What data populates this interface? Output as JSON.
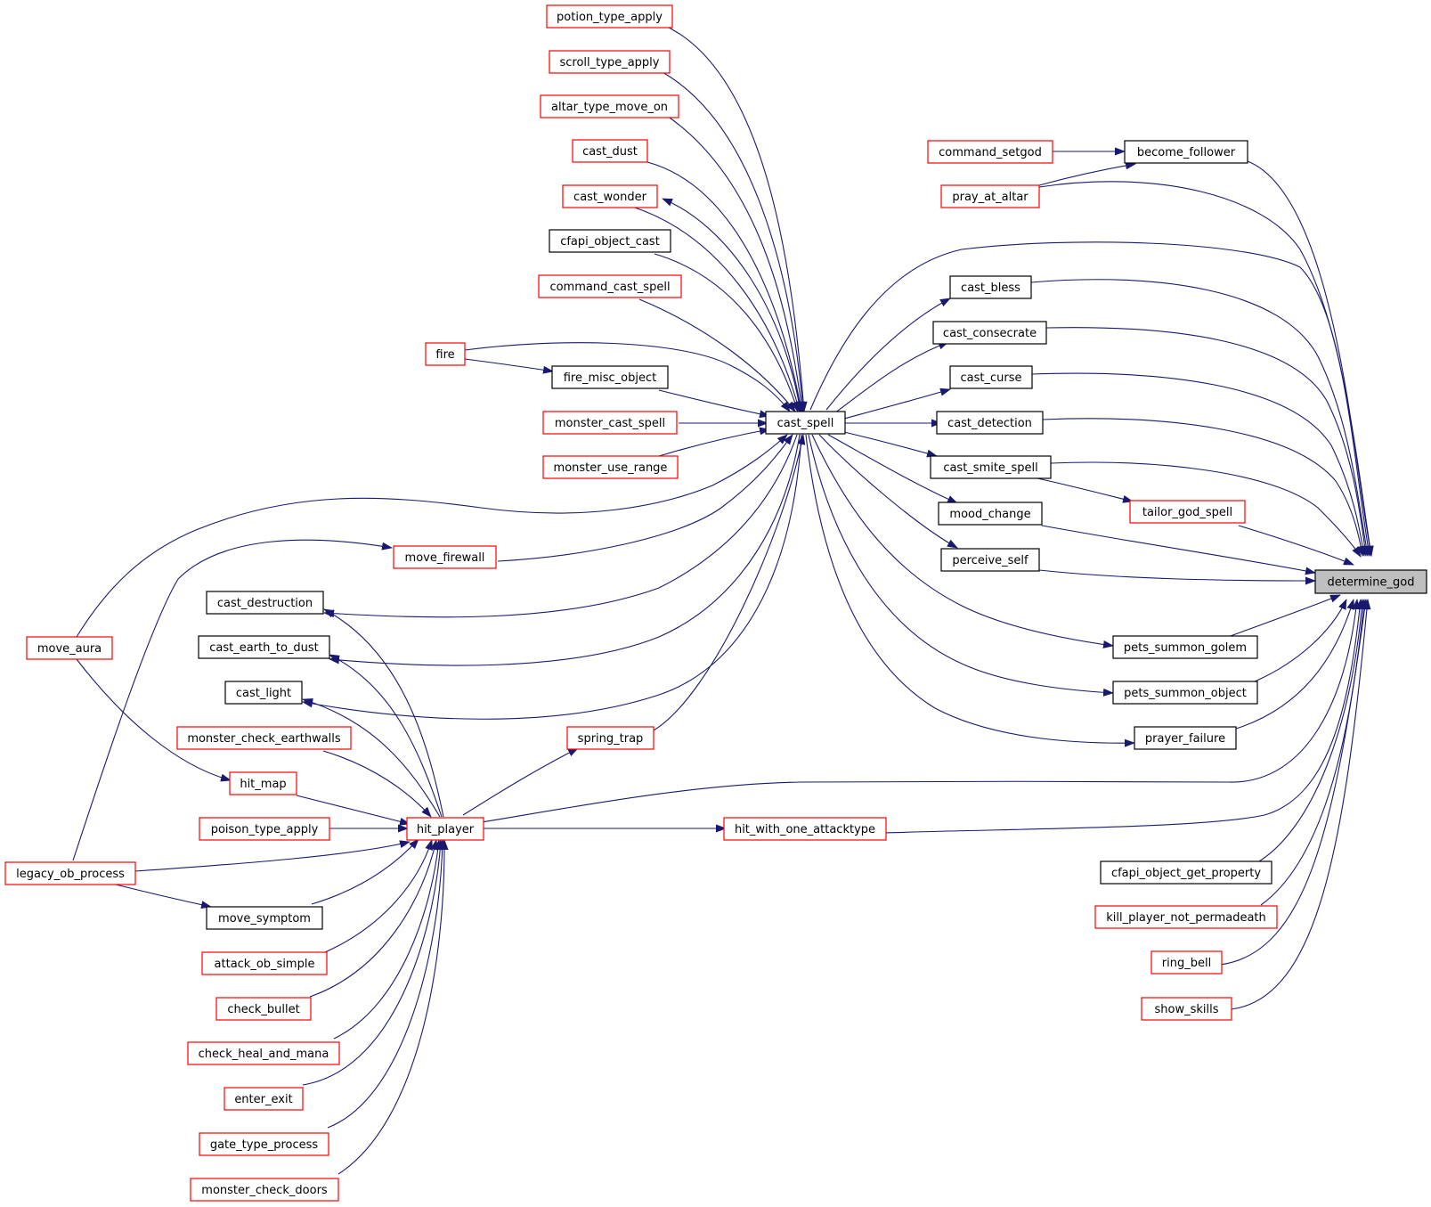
{
  "colors": {
    "edge": "#191970",
    "border_default": "#000000",
    "border_link": "#ff0000",
    "node_fill": "#ffffff",
    "root_fill": "#bfbfbf"
  },
  "nodes": {
    "determine_god": {
      "label": "determine_god",
      "style": "root"
    },
    "become_follower": {
      "label": "become_follower",
      "style": "black"
    },
    "command_setgod": {
      "label": "command_setgod",
      "style": "red"
    },
    "pray_at_altar": {
      "label": "pray_at_altar",
      "style": "red"
    },
    "cast_bless": {
      "label": "cast_bless",
      "style": "black"
    },
    "cast_consecrate": {
      "label": "cast_consecrate",
      "style": "black"
    },
    "cast_curse": {
      "label": "cast_curse",
      "style": "black"
    },
    "cast_detection": {
      "label": "cast_detection",
      "style": "black"
    },
    "cast_smite_spell": {
      "label": "cast_smite_spell",
      "style": "black"
    },
    "tailor_god_spell": {
      "label": "tailor_god_spell",
      "style": "red"
    },
    "mood_change": {
      "label": "mood_change",
      "style": "black"
    },
    "perceive_self": {
      "label": "perceive_self",
      "style": "black"
    },
    "pets_summon_golem": {
      "label": "pets_summon_golem",
      "style": "black"
    },
    "pets_summon_object": {
      "label": "pets_summon_object",
      "style": "black"
    },
    "prayer_failure": {
      "label": "prayer_failure",
      "style": "black"
    },
    "hit_with_one_attacktype": {
      "label": "hit_with_one_attacktype",
      "style": "red"
    },
    "cfapi_object_get_property": {
      "label": "cfapi_object_get_property",
      "style": "black"
    },
    "kill_player_not_permadeath": {
      "label": "kill_player_not_permadeath",
      "style": "red"
    },
    "ring_bell": {
      "label": "ring_bell",
      "style": "red"
    },
    "show_skills": {
      "label": "show_skills",
      "style": "red"
    },
    "cast_spell": {
      "label": "cast_spell",
      "style": "black"
    },
    "potion_type_apply": {
      "label": "potion_type_apply",
      "style": "red"
    },
    "scroll_type_apply": {
      "label": "scroll_type_apply",
      "style": "red"
    },
    "altar_type_move_on": {
      "label": "altar_type_move_on",
      "style": "red"
    },
    "cast_dust": {
      "label": "cast_dust",
      "style": "red"
    },
    "cast_wonder": {
      "label": "cast_wonder",
      "style": "red"
    },
    "cfapi_object_cast": {
      "label": "cfapi_object_cast",
      "style": "black"
    },
    "command_cast_spell": {
      "label": "command_cast_spell",
      "style": "red"
    },
    "fire": {
      "label": "fire",
      "style": "red"
    },
    "fire_misc_object": {
      "label": "fire_misc_object",
      "style": "black"
    },
    "monster_cast_spell": {
      "label": "monster_cast_spell",
      "style": "red"
    },
    "monster_use_range": {
      "label": "monster_use_range",
      "style": "red"
    },
    "move_firewall": {
      "label": "move_firewall",
      "style": "red"
    },
    "cast_destruction": {
      "label": "cast_destruction",
      "style": "black"
    },
    "cast_earth_to_dust": {
      "label": "cast_earth_to_dust",
      "style": "black"
    },
    "cast_light": {
      "label": "cast_light",
      "style": "black"
    },
    "spring_trap": {
      "label": "spring_trap",
      "style": "red"
    },
    "hit_player": {
      "label": "hit_player",
      "style": "red"
    },
    "move_aura": {
      "label": "move_aura",
      "style": "red"
    },
    "legacy_ob_process": {
      "label": "legacy_ob_process",
      "style": "red"
    },
    "monster_check_earthwalls": {
      "label": "monster_check_earthwalls",
      "style": "red"
    },
    "hit_map": {
      "label": "hit_map",
      "style": "red"
    },
    "poison_type_apply": {
      "label": "poison_type_apply",
      "style": "red"
    },
    "move_symptom": {
      "label": "move_symptom",
      "style": "black"
    },
    "attack_ob_simple": {
      "label": "attack_ob_simple",
      "style": "red"
    },
    "check_bullet": {
      "label": "check_bullet",
      "style": "red"
    },
    "check_heal_and_mana": {
      "label": "check_heal_and_mana",
      "style": "red"
    },
    "enter_exit": {
      "label": "enter_exit",
      "style": "red"
    },
    "gate_type_process": {
      "label": "gate_type_process",
      "style": "red"
    },
    "monster_check_doors": {
      "label": "monster_check_doors",
      "style": "red"
    }
  }
}
